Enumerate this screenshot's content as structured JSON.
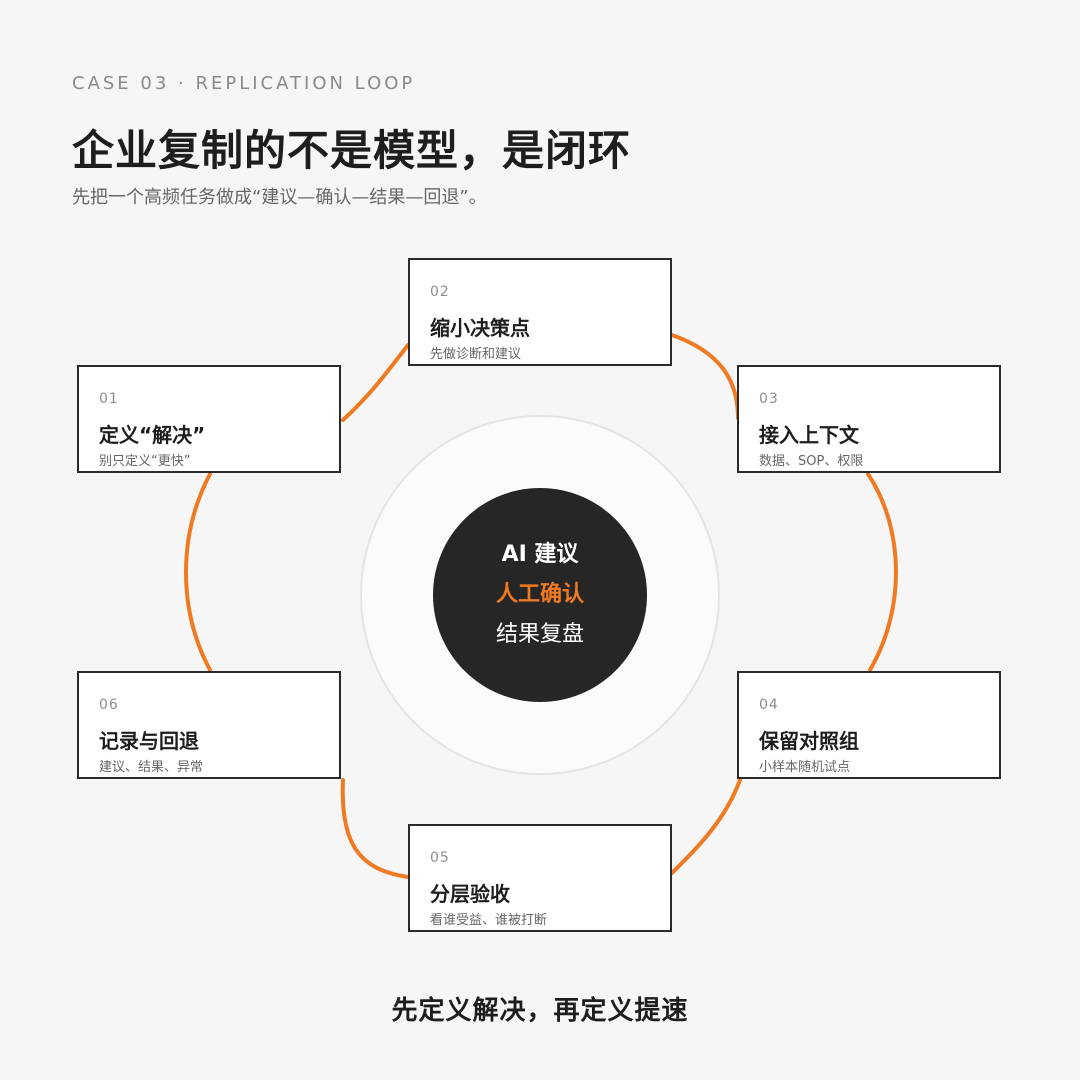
{
  "header": {
    "eyebrow": "CASE 03 · REPLICATION LOOP",
    "title": "企业复制的不是模型，是闭环",
    "subtitle": "先把一个高频任务做成“建议—确认—结果—回退”。"
  },
  "center": {
    "line1": "AI 建议",
    "line2": "人工确认",
    "line3": "结果复盘"
  },
  "steps": [
    {
      "num": "01",
      "title": "定义“解决”",
      "desc": "别只定义“更快”"
    },
    {
      "num": "02",
      "title": "缩小决策点",
      "desc": "先做诊断和建议"
    },
    {
      "num": "03",
      "title": "接入上下文",
      "desc": "数据、SOP、权限"
    },
    {
      "num": "04",
      "title": "保留对照组",
      "desc": "小样本随机试点"
    },
    {
      "num": "05",
      "title": "分层验收",
      "desc": "看谁受益、谁被打断"
    },
    {
      "num": "06",
      "title": "记录与回退",
      "desc": "建议、结果、异常"
    }
  ],
  "footer": {
    "text": "先定义解决，再定义提速"
  },
  "colors": {
    "accent": "#f07a22",
    "core": "#262626",
    "background": "#f6f6f6"
  }
}
